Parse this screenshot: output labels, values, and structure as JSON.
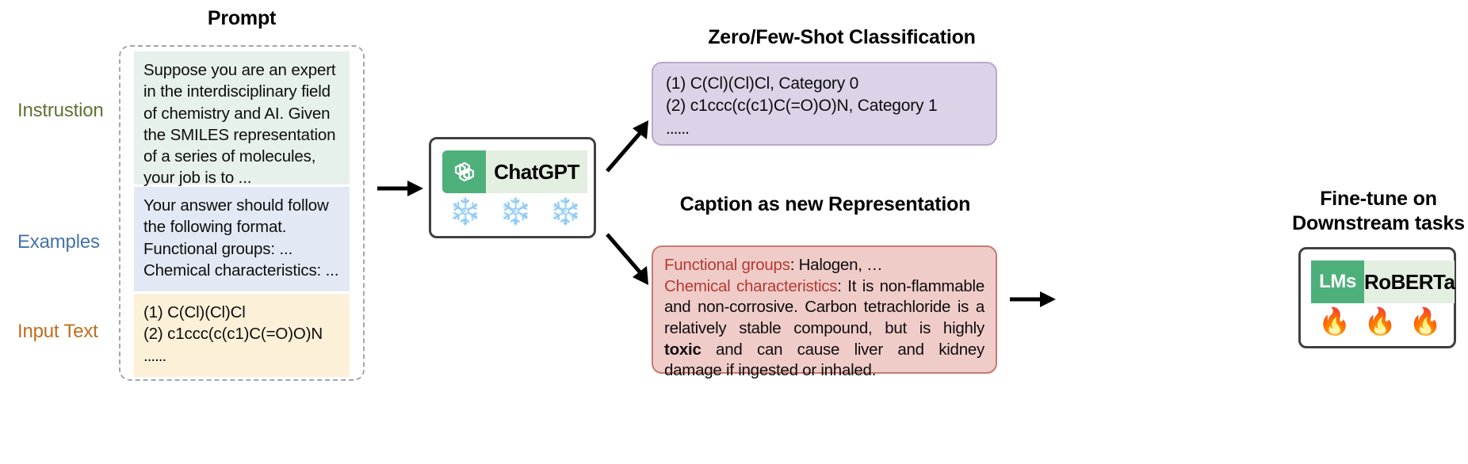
{
  "prompt": {
    "title": "Prompt",
    "labels": {
      "instruction": "Instrustion",
      "examples": "Examples",
      "input_text": "Input Text"
    },
    "instruction_text": "Suppose you are an expert in the interdisciplinary field of chemistry and AI. Given the SMILES representation of a series of molecules, your job is to ...",
    "examples_text": "Your answer should follow the following format.\nFunctional groups: ...\nChemical characteristics: ...",
    "examples_ellipsis": "......",
    "input_lines": [
      "(1) C(Cl)(Cl)Cl",
      "(2) c1ccc(c(c1)C(=O)O)N"
    ],
    "input_ellipsis": "......"
  },
  "model": {
    "logo_name": "openai-logo-icon",
    "name": "ChatGPT",
    "frozen_emoji": "❄️",
    "frozen_count": 3
  },
  "classification": {
    "title": "Zero/Few-Shot Classification",
    "lines": [
      "(1) C(Cl)(Cl)Cl, Category 0",
      "(2) c1ccc(c(c1)C(=O)O)N, Category 1"
    ],
    "ellipsis": "......",
    "box_color": "#ddd3e8"
  },
  "caption": {
    "title": "Caption as new Representation",
    "key_functional": "Functional groups",
    "value_functional": ": Halogen, …",
    "key_chemical": "Chemical characteristics",
    "value_chemical_part1": ": It is non-flammable and non-corrosive. Carbon tetrachloride is a relatively stable compound, but is highly ",
    "value_chemical_bold": "toxic",
    "value_chemical_part2": " and can cause liver and kidney damage if ingested or inhaled.",
    "box_color": "#f0ccc9",
    "key_color": "#b33b33"
  },
  "finetune": {
    "title_line1": "Fine-tune on",
    "title_line2": "Downstream tasks",
    "logo_label": "LMs",
    "name": "RoBERTa",
    "training_emoji": "🔥",
    "training_count": 3
  },
  "colors": {
    "instruction_block": "#e7f1ec",
    "examples_block": "#e3e9f4",
    "input_block": "#fcf1d8",
    "instruction_label": "#5d7334",
    "examples_label": "#4472a8",
    "input_label": "#bf6e1c",
    "badge_green": "#4db07a",
    "badge_light_green": "#e3efe1"
  }
}
